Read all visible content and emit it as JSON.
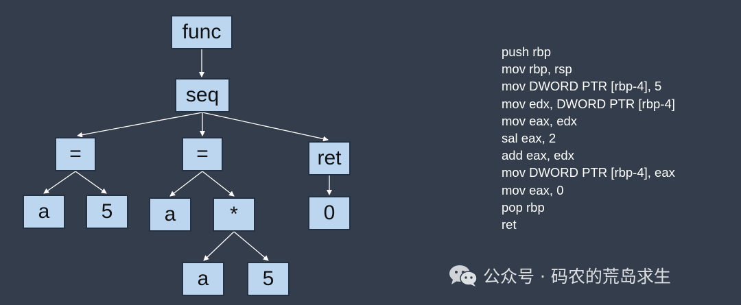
{
  "tree": {
    "func": "func",
    "seq": "seq",
    "assign_1": "=",
    "assign_2": "=",
    "ret": "ret",
    "a_1": "a",
    "five_1": "5",
    "a_2": "a",
    "mul": "*",
    "zero": "0",
    "a_3": "a",
    "five_2": "5"
  },
  "assembly": [
    "push rbp",
    "mov rbp, rsp",
    "mov DWORD PTR [rbp-4], 5",
    "mov edx, DWORD PTR [rbp-4]",
    "mov eax, edx",
    "sal eax, 2",
    "add eax, edx",
    "mov DWORD PTR [rbp-4], eax",
    "mov eax, 0",
    "pop rbp",
    "ret"
  ],
  "watermark": {
    "icon": "wechat-icon",
    "text": "公众号 · 码农的荒岛求生"
  },
  "colors": {
    "background": "#333d4b",
    "node_fill": "#bcd6ef",
    "node_border": "#243142",
    "edge": "#ffffff",
    "text": "#ffffff"
  }
}
